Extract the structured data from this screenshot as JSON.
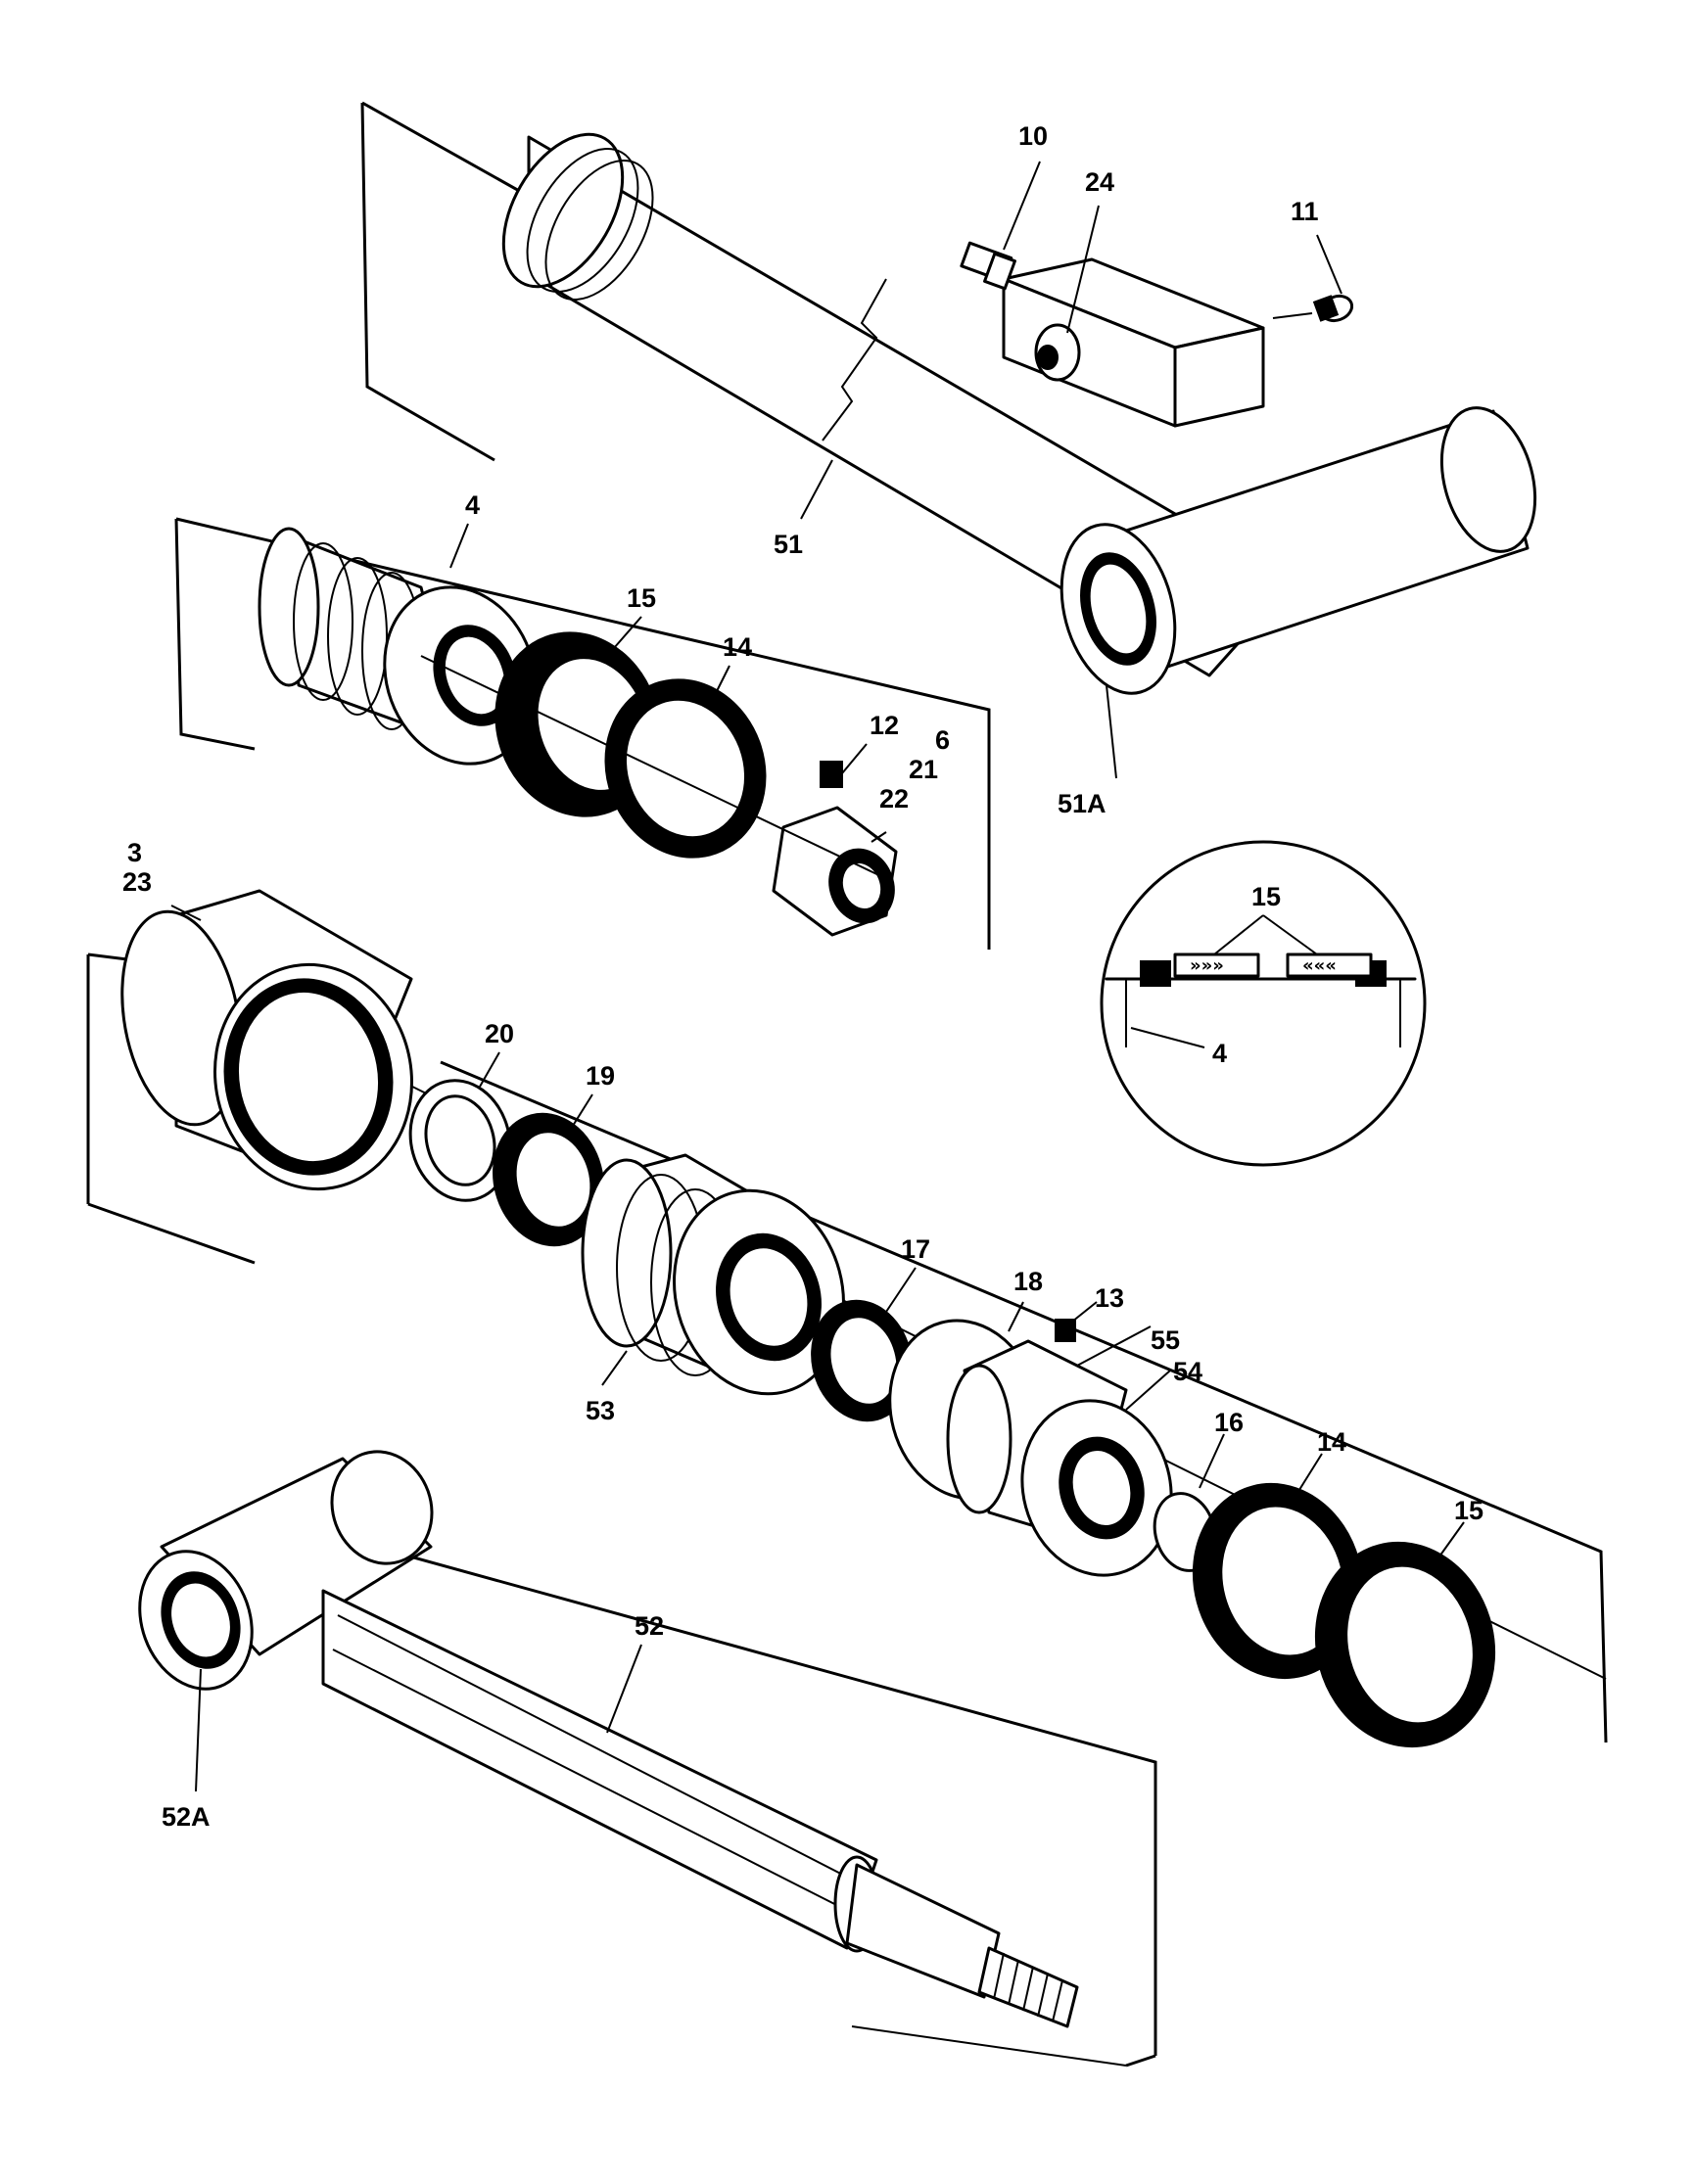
{
  "diagram": {
    "callouts": {
      "c10": "10",
      "c24": "24",
      "c11": "11",
      "c51": "51",
      "c51a": "51A",
      "c4_top": "4",
      "c15_top": "15",
      "c14_top": "14",
      "c12": "12",
      "c6": "6",
      "c21": "21",
      "c22": "22",
      "c3": "3",
      "c23": "23",
      "c20": "20",
      "c19": "19",
      "c53": "53",
      "c17": "17",
      "c18": "18",
      "c13": "13",
      "c55": "55",
      "c54": "54",
      "c16": "16",
      "c14_bottom": "14",
      "c15_bottom": "15",
      "c52": "52",
      "c52a": "52A",
      "c15_detail": "15",
      "c4_detail": "4"
    }
  }
}
